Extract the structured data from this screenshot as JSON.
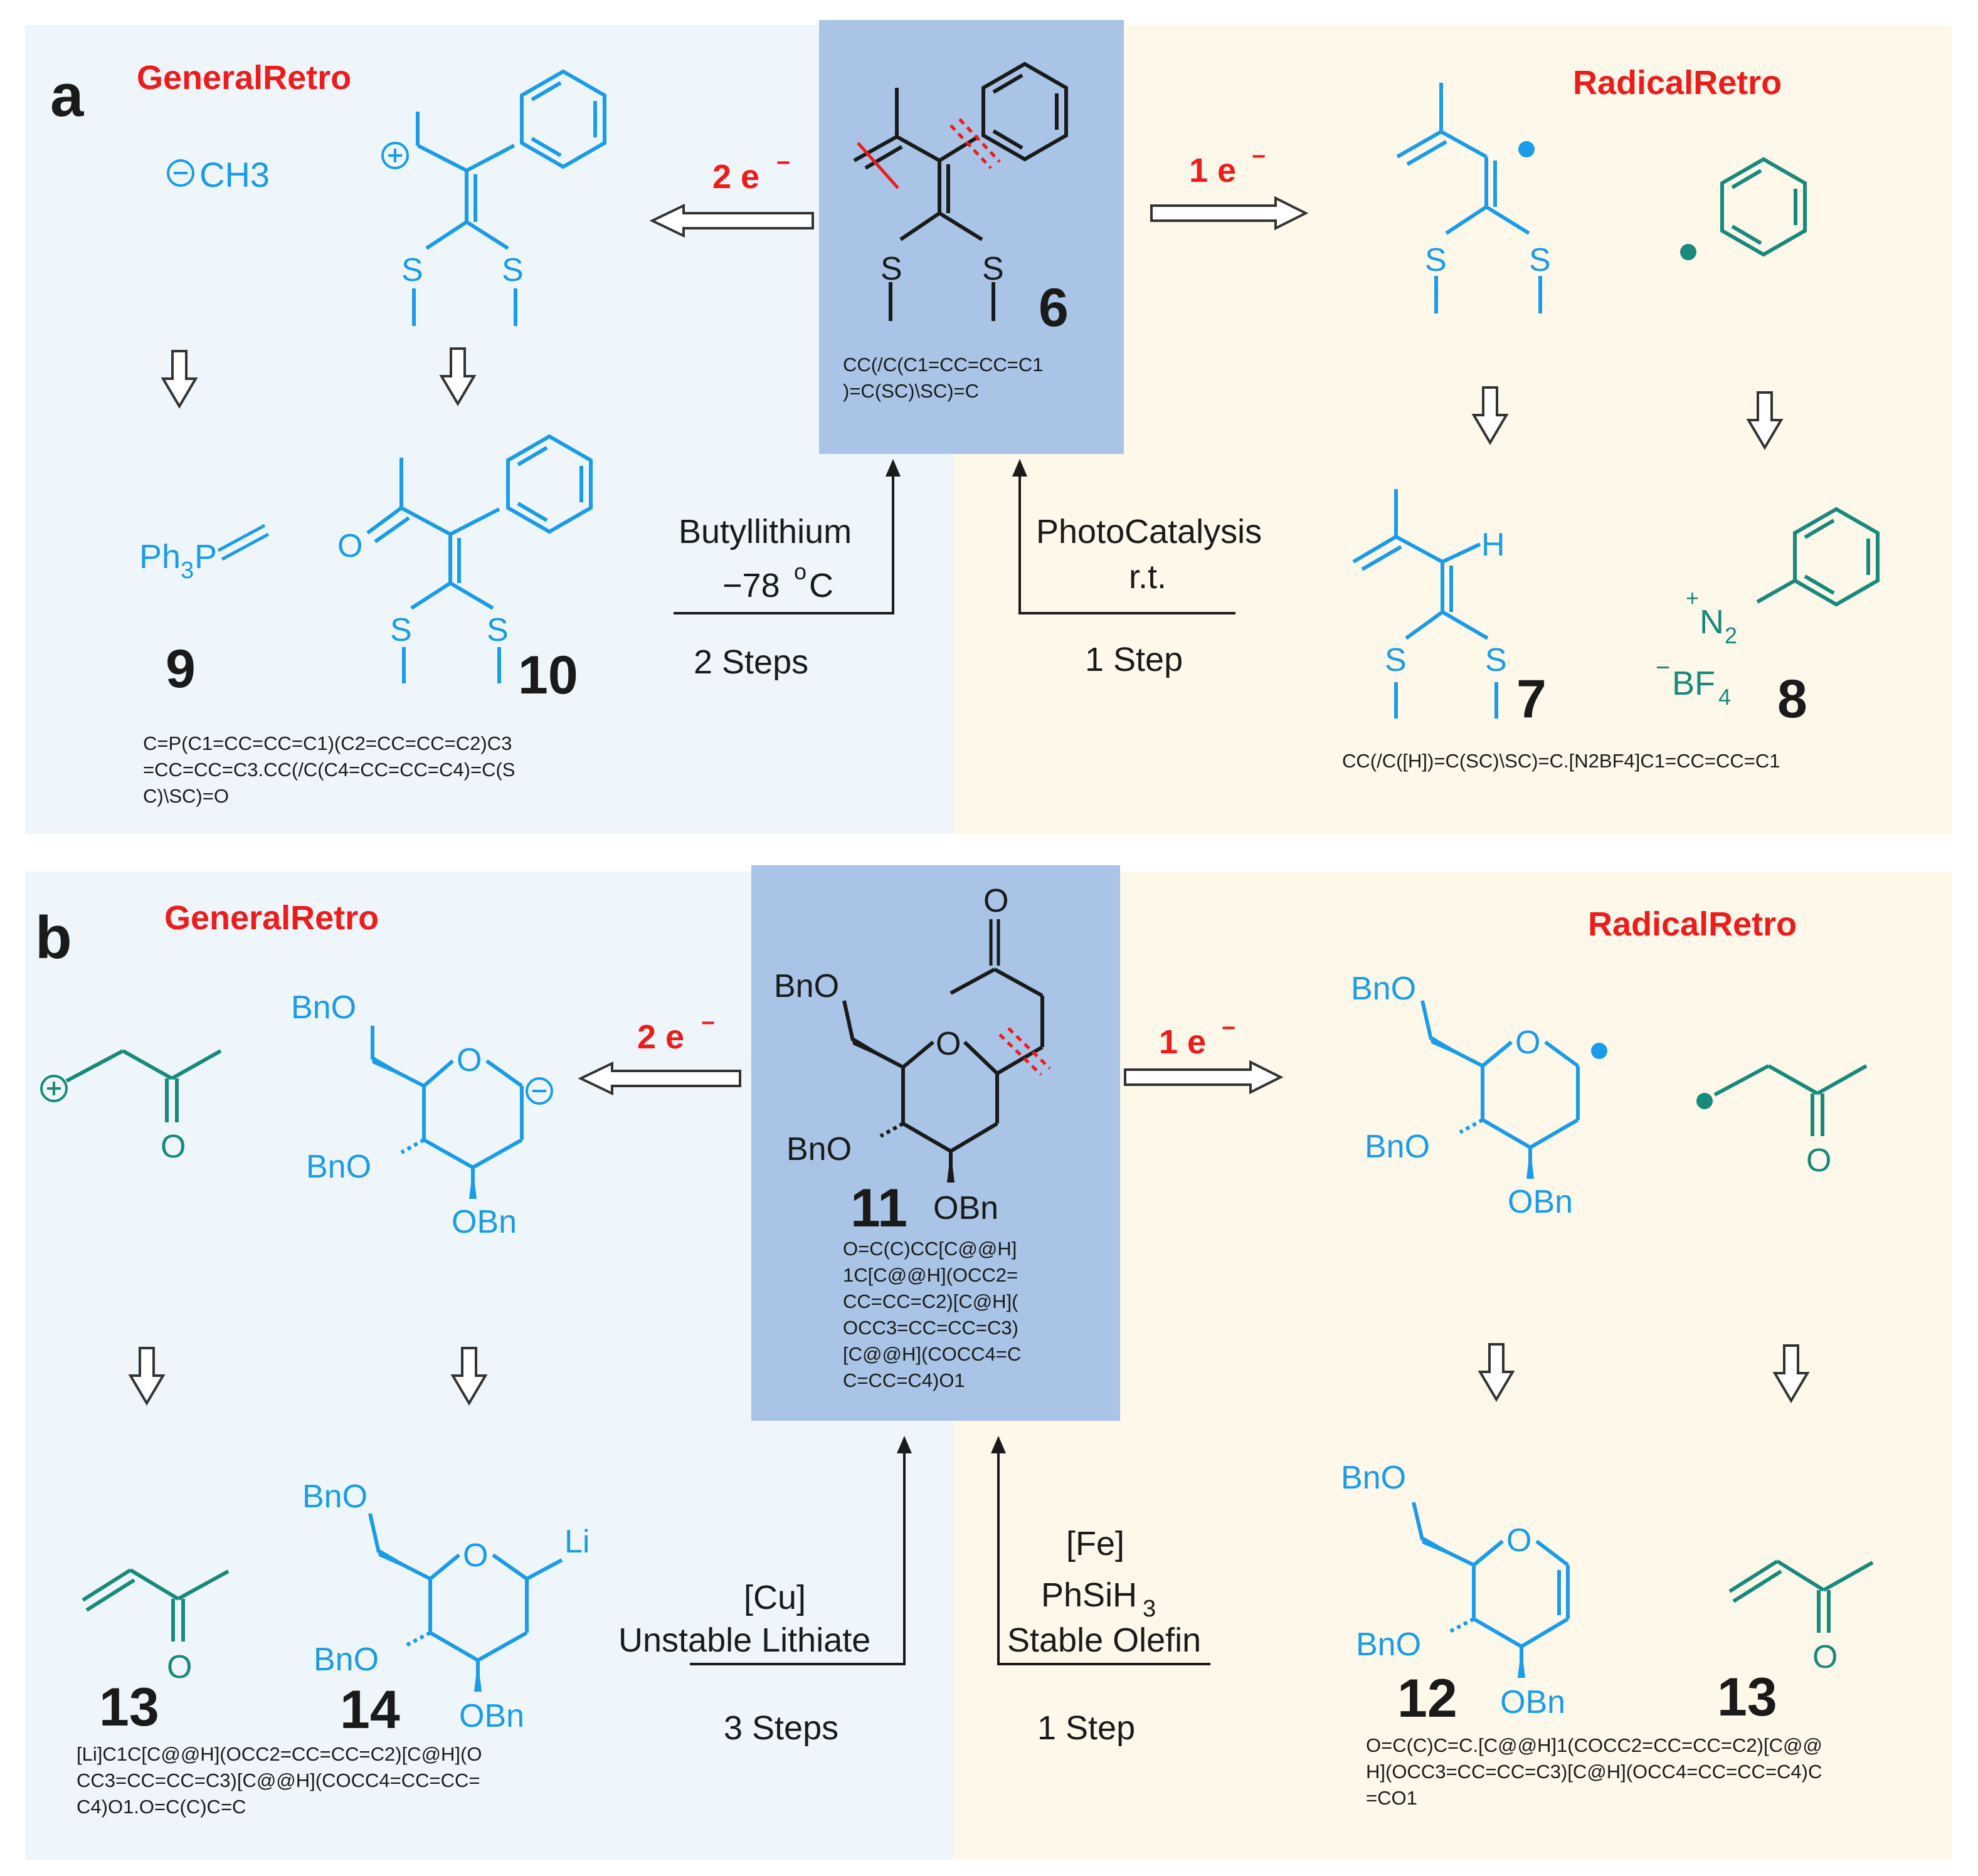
{
  "panel_a": {
    "letter": "a",
    "general_title": "GeneralRetro",
    "radical_title": "RadicalRetro",
    "two_e_label": "2 e",
    "one_e_label": "1 e",
    "minus_sup": "−",
    "methyl_anion": "CH3",
    "sulfur": "S",
    "hydrogen": "H",
    "oxygen": "O",
    "ph3p": "Ph",
    "ph3p_sub": "3",
    "ph3p_p": "P",
    "n2": "N",
    "n2_sub": "2",
    "plus_small": "+",
    "bf4": "BF",
    "bf4_sub": "4",
    "minus_small": "−",
    "num_9": "9",
    "num_10": "10",
    "num_6": "6",
    "num_7": "7",
    "num_8": "8",
    "smiles_6_line1": "CC(/C(C1=CC=CC=C1",
    "smiles_6_line2": ")=C(SC)\\SC)=C",
    "smiles_9_10_line1": "C=P(C1=CC=CC=C1)(C2=CC=CC=C2)C3",
    "smiles_9_10_line2": "=CC=CC=C3.CC(/C(C4=CC=CC=C4)=C(S",
    "smiles_9_10_line3": "C)\\SC)=O",
    "smiles_7_8": "CC(/C([H])=C(SC)\\SC)=C.[N2BF4]C1=CC=CC=C1",
    "cond_left_line1": "Butyllithium",
    "cond_left_line2_pre": "−78",
    "cond_left_line2_sup": "o",
    "cond_left_line2_post": "C",
    "cond_left_steps": "2 Steps",
    "cond_right_line1": "PhotoCatalysis",
    "cond_right_line2": "r.t.",
    "cond_right_steps": "1 Step"
  },
  "panel_b": {
    "letter": "b",
    "general_title": "GeneralRetro",
    "radical_title": "RadicalRetro",
    "two_e_label": "2 e",
    "one_e_label": "1 e",
    "minus_sup": "−",
    "bno": "BnO",
    "obn": "OBn",
    "oxygen": "O",
    "li": "Li",
    "num_11": "11",
    "num_12": "12",
    "num_13_left": "13",
    "num_13_right": "13",
    "num_14": "14",
    "smiles_11": [
      "O=C(C)CC[C@@H]",
      "1C[C@@H](OCC2=",
      "CC=CC=C2)[C@H](",
      "OCC3=CC=CC=C3)",
      "[C@@H](COCC4=C",
      "C=CC=C4)O1"
    ],
    "smiles_13_14_line1": "[Li]C1C[C@@H](OCC2=CC=CC=C2)[C@H](O",
    "smiles_13_14_line2": "CC3=CC=CC=C3)[C@@H](COCC4=CC=CC=",
    "smiles_13_14_line3": "C4)O1.O=C(C)C=C",
    "smiles_12_13_line1": "O=C(C)C=C.[C@@H]1(COCC2=CC=CC=C2)[C@@",
    "smiles_12_13_line2": "H](OCC3=CC=CC=C3)[C@H](OCC4=CC=CC=C4)C",
    "smiles_12_13_line3": "=CO1",
    "cond_left_line1": "[Cu]",
    "cond_left_line2": "Unstable Lithiate",
    "cond_left_steps": "3 Steps",
    "cond_right_line1": "[Fe]",
    "cond_right_line2": "PhSiH",
    "cond_right_line2_sub": "3",
    "cond_right_line3": "Stable Olefin",
    "cond_right_steps": "1 Step"
  },
  "colors": {
    "blue": "#1a9ce8",
    "teal": "#178a7c",
    "red": "#ee1b1b",
    "black": "#1a1a1a",
    "panel_left": "#eef6fb",
    "panel_right": "#fdf8ea",
    "panel_center": "#a9c4e6"
  }
}
